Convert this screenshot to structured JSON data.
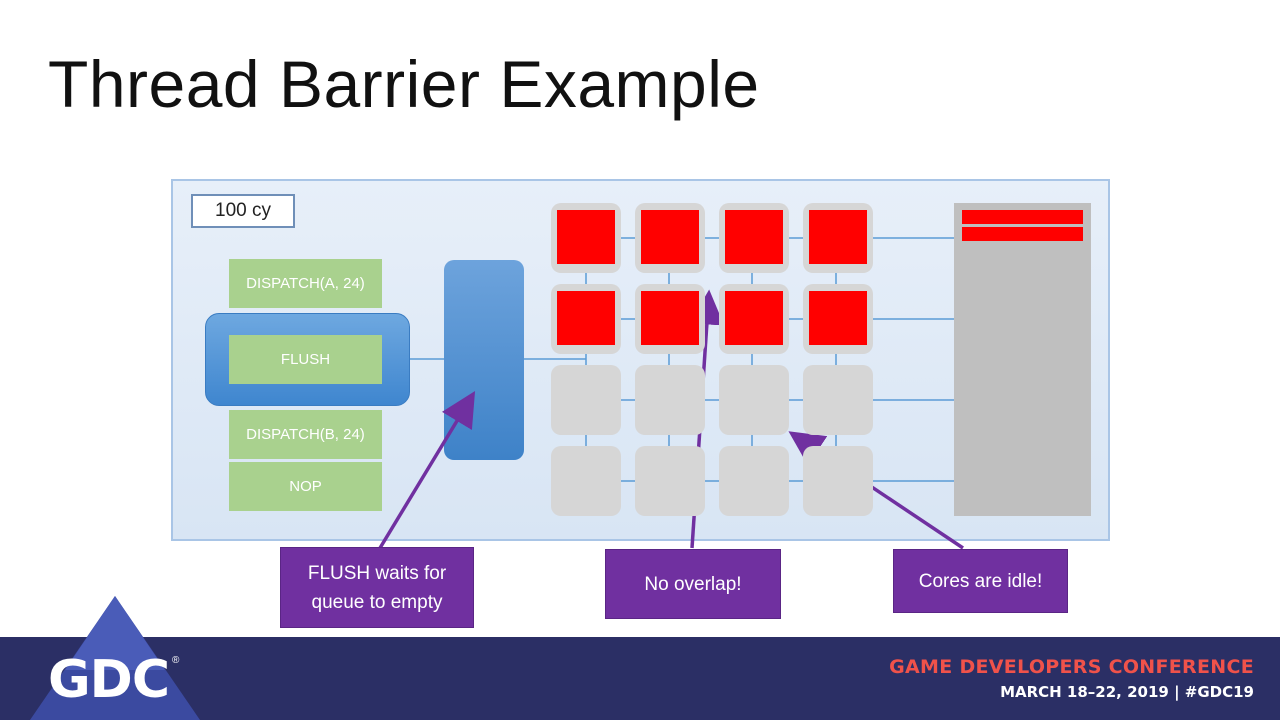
{
  "slide": {
    "title": "Thread Barrier Example"
  },
  "diagram": {
    "cycle_label": "100 cy",
    "commands": [
      {
        "label": "DISPATCH(A, 24)"
      },
      {
        "label": "FLUSH"
      },
      {
        "label": "DISPATCH(B, 24)"
      },
      {
        "label": "NOP"
      }
    ],
    "core_grid": {
      "rows": 4,
      "cols": 4,
      "busy_rows": 2
    },
    "colors": {
      "busy": "#ff0000",
      "idle_core": "#d6d6d6",
      "command": "#a9d18e",
      "queue": "#3e82c8",
      "callout": "#7030a0"
    }
  },
  "callouts": [
    {
      "text": "FLUSH waits for\nqueue to empty"
    },
    {
      "text": "No overlap!"
    },
    {
      "text": "Cores are idle!"
    }
  ],
  "footer": {
    "logo": "GDC",
    "conference_name": "GAME DEVELOPERS CONFERENCE",
    "conference_date": "MARCH 18–22, 2019  |  #GDC19"
  }
}
